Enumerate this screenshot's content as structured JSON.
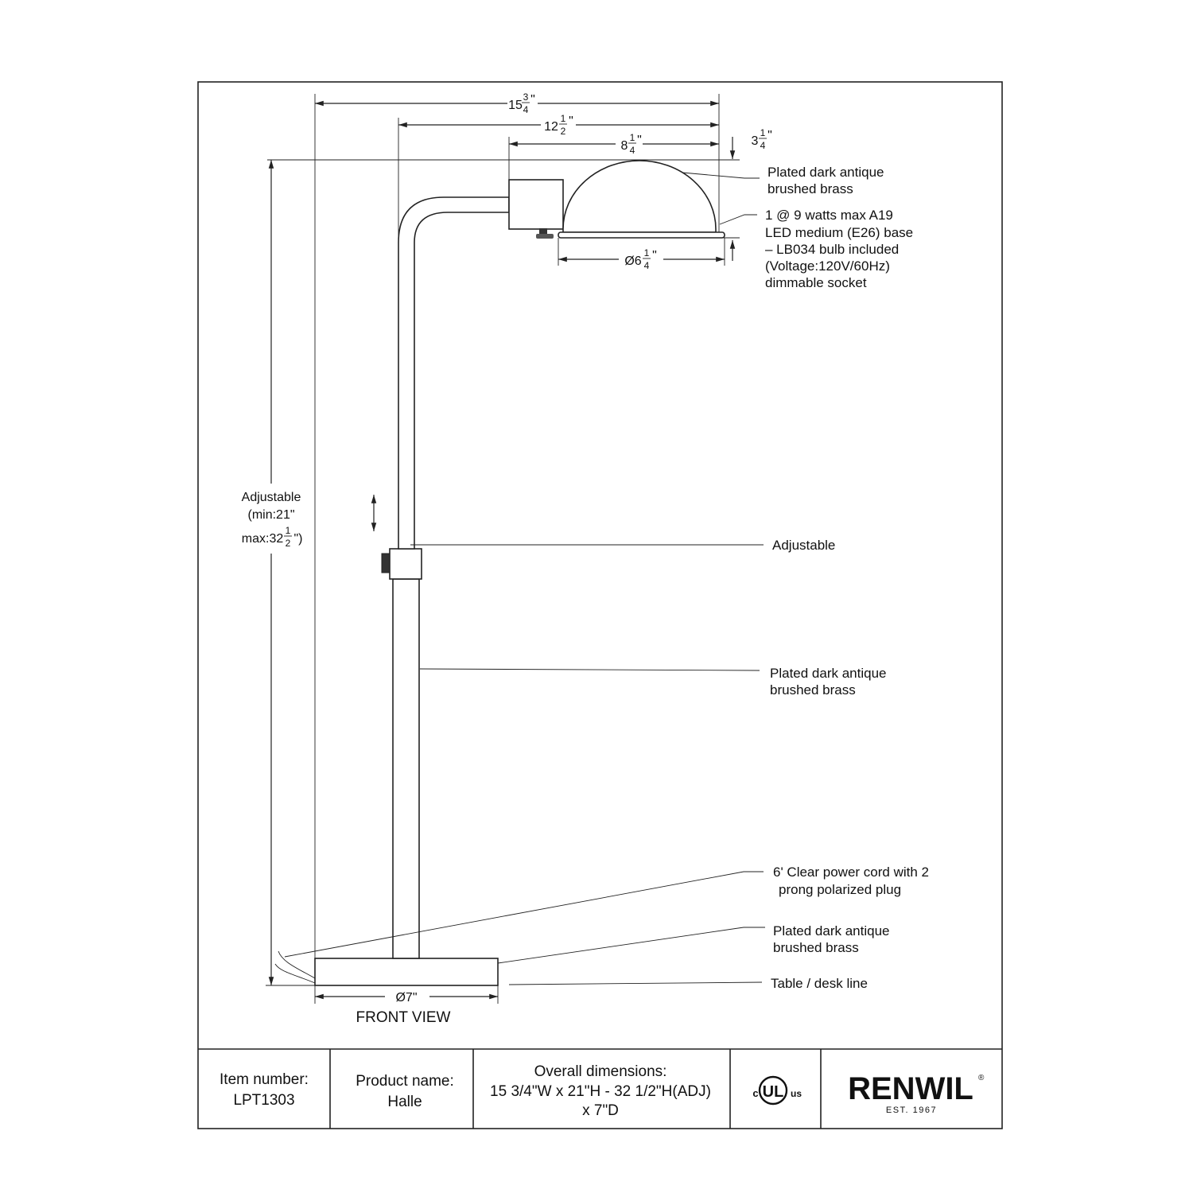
{
  "dimensions": {
    "overall_width": {
      "whole": "15",
      "num": "3",
      "den": "4",
      "unit": "\""
    },
    "arm_width": {
      "whole": "12",
      "num": "1",
      "den": "2",
      "unit": "\""
    },
    "shade_width": {
      "whole": "8",
      "num": "1",
      "den": "4",
      "unit": "\""
    },
    "shade_height": {
      "whole": "3",
      "num": "1",
      "den": "4",
      "unit": "\""
    },
    "shade_diameter": {
      "whole": "Ø6",
      "num": "1",
      "den": "4",
      "unit": "\""
    },
    "base_diameter": "Ø7\"",
    "height_label": {
      "line1": "Adjustable",
      "line2": "(min:21\"",
      "line3_prefix": "max:32",
      "line3_num": "1",
      "line3_den": "2",
      "line3_suffix": "\")"
    }
  },
  "callouts": {
    "shade_finish": [
      "Plated dark antique",
      "brushed brass"
    ],
    "bulb": [
      "1 @ 9 watts max A19",
      "LED medium (E26) base",
      "– LB034 bulb included",
      "(Voltage:120V/60Hz)",
      "dimmable socket"
    ],
    "adjustable": "Adjustable",
    "stem_finish": [
      "Plated dark antique",
      "brushed brass"
    ],
    "cord": [
      "6' Clear power cord with 2",
      "prong polarized plug"
    ],
    "base_finish": [
      "Plated dark antique",
      "brushed brass"
    ],
    "table_line": "Table / desk line"
  },
  "view_label": "FRONT VIEW",
  "title_block": {
    "item_label": "Item number:",
    "item_value": "LPT1303",
    "product_label": "Product name:",
    "product_value": "Halle",
    "dims_label": "Overall dimensions:",
    "dims_line1": "15 3/4\"W x 21\"H - 32 1/2\"H(ADJ)",
    "dims_line2": "x 7\"D",
    "cert_c": "c",
    "cert_ul": "UL",
    "cert_us": "us",
    "brand": "RENWIL",
    "brand_mark": "®",
    "brand_est": "EST. 1967"
  }
}
